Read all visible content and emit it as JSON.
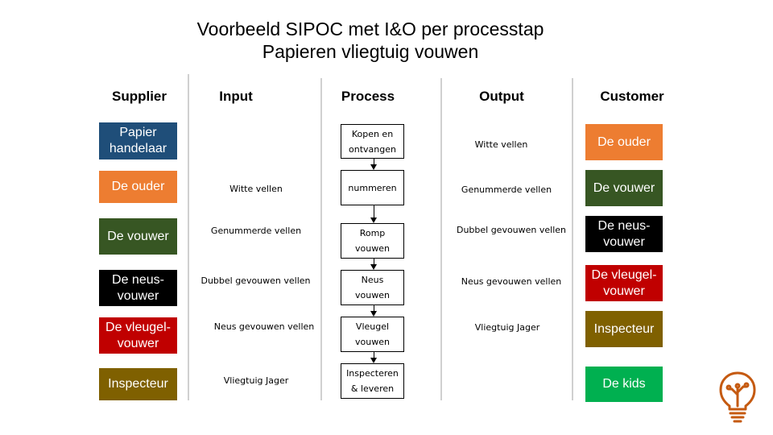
{
  "title": {
    "line1": "Voorbeeld SIPOC met I&O per processtap",
    "line2": "Papieren vliegtuig vouwen"
  },
  "headers": {
    "supplier": "Supplier",
    "input": "Input",
    "process": "Process",
    "output": "Output",
    "customer": "Customer"
  },
  "suppliers": [
    {
      "label": "Papier\nhandelaar",
      "color": "#1F4E79"
    },
    {
      "label": "De ouder",
      "color": "#ED7D31"
    },
    {
      "label": "De vouwer",
      "color": "#375623"
    },
    {
      "label": "De neus-\nvouwer",
      "color": "#000000"
    },
    {
      "label": "De vleugel-\nvouwer",
      "color": "#C00000"
    },
    {
      "label": "Inspecteur",
      "color": "#7F6000"
    }
  ],
  "inputs": [
    "Witte vellen",
    "Genummerde vellen",
    "Dubbel gevouwen vellen",
    "Neus gevouwen vellen",
    "Vliegtuig Jager"
  ],
  "processes": [
    "Kopen en\nontvangen",
    "nummeren",
    "Romp\nvouwen",
    "Neus\nvouwen",
    "Vleugel\nvouwen",
    "Inspecteren\n& leveren"
  ],
  "outputs": [
    "Witte vellen",
    "Genummerde vellen",
    "Dubbel gevouwen vellen",
    "Neus gevouwen vellen",
    "Vliegtuig Jager"
  ],
  "customers": [
    {
      "label": "De ouder",
      "color": "#ED7D31"
    },
    {
      "label": "De vouwer",
      "color": "#375623"
    },
    {
      "label": "De neus-\nvouwer",
      "color": "#000000"
    },
    {
      "label": "De vleugel-\nvouwer",
      "color": "#C00000"
    },
    {
      "label": "Inspecteur",
      "color": "#7F6000"
    },
    {
      "label": "De kids",
      "color": "#00B050"
    }
  ],
  "colors": {
    "divider": "#d0d0d0",
    "logo": "#C55A11"
  },
  "icons": {
    "logo": "lightbulb-icon"
  }
}
